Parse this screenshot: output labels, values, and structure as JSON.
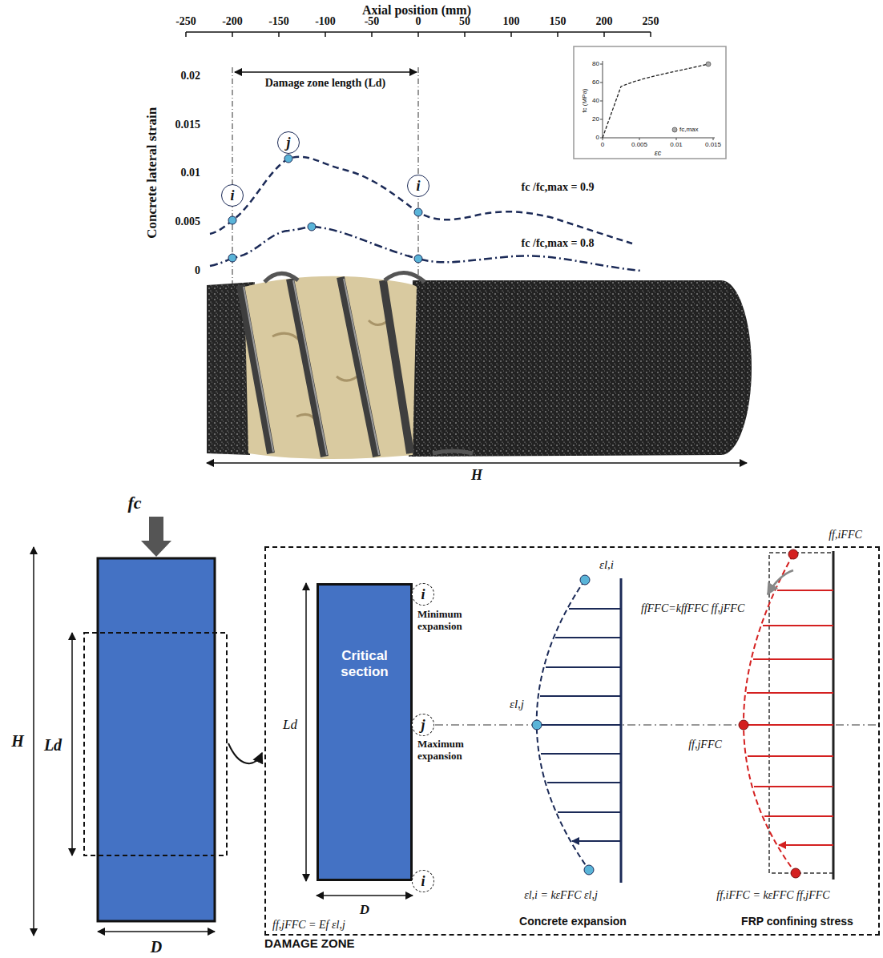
{
  "diagram": {
    "nodes": [
      {
        "text": [
          "i"
        ]
      },
      {
        "text": [
          "j"
        ]
      },
      {
        "text": [
          "i"
        ]
      },
      {
        "text": [
          "DAMAGE ZONE"
        ]
      },
      {
        "text": [
          "Critical section"
        ],
        "in": 3
      },
      {
        "text": [
          "i"
        ],
        "in": 3
      },
      {
        "text": [
          "j"
        ],
        "in": 3
      },
      {
        "text": [
          "i"
        ],
        "in": 3
      }
    ],
    "labels": [
      "Axial position (mm)",
      "-250",
      "-200",
      "-150",
      "-100",
      "-50",
      "0",
      "50",
      "100",
      "150",
      "200",
      "250",
      "0.02",
      "0.015",
      "0.01",
      "0.005",
      "0",
      "Concrete lateral strain",
      "Damage zone length (Ld)",
      "fc /fc,max = 0.9",
      "fc /fc,max = 0.8",
      "fc (MPa)",
      "0",
      "20",
      "40",
      "60",
      "80",
      "0",
      "0.005",
      "0.01",
      "0.015",
      "εc",
      "H",
      "fc",
      "H",
      "Ld",
      "D",
      "Minimum expansion",
      "Maximum expansion",
      "Ld",
      "D",
      "ff,jFFC = Ef εl,j",
      "εl,i",
      "εl,j",
      "εl,i = kεFFC εl,j",
      "Concrete expansion",
      "ff,iFFC",
      "ffFFC=kffFFC ff,jFFC",
      "ff,jFFC",
      "ff,iFFC = kεFFC ff,jFFC",
      "FRP confining stress"
    ],
    "legend": [
      {
        "text": "fc,max"
      }
    ]
  }
}
